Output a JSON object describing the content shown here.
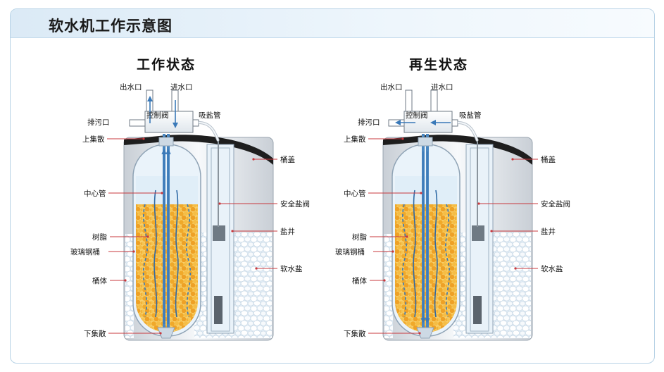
{
  "header": {
    "title": "软水机工作示意图"
  },
  "panels": [
    {
      "title": "工作状态",
      "labels": {
        "outlet": "出水口",
        "inlet": "进水口",
        "control_valve": "控制阀",
        "drain": "排污口",
        "brine_line": "吸盐管",
        "upper_distributor": "上集散",
        "lid": "桶盖",
        "center_tube": "中心管",
        "safety_valve": "安全盐阀",
        "resin": "树脂",
        "brine_well": "盐井",
        "frp_tank": "玻璃钢桶",
        "softening_salt": "软水盐",
        "cabinet": "桶体",
        "lower_distributor": "下集散"
      }
    },
    {
      "title": "再生状态",
      "labels": {
        "outlet": "出水口",
        "inlet": "进水口",
        "control_valve": "控制阀",
        "drain": "排污口",
        "brine_line": "吸盐管",
        "upper_distributor": "上集散",
        "lid": "桶盖",
        "center_tube": "中心管",
        "safety_valve": "安全盐阀",
        "resin": "树脂",
        "brine_well": "盐井",
        "frp_tank": "玻璃钢桶",
        "softening_salt": "软水盐",
        "cabinet": "桶体",
        "lower_distributor": "下集散"
      }
    }
  ],
  "colors": {
    "resin": "#f2b43c",
    "water": "#cfe6f5",
    "leader_line": "#c8383d",
    "lid": "#1e1e1e",
    "flow_arrow": "#3a79b8",
    "salt": "#f3f6f9"
  }
}
